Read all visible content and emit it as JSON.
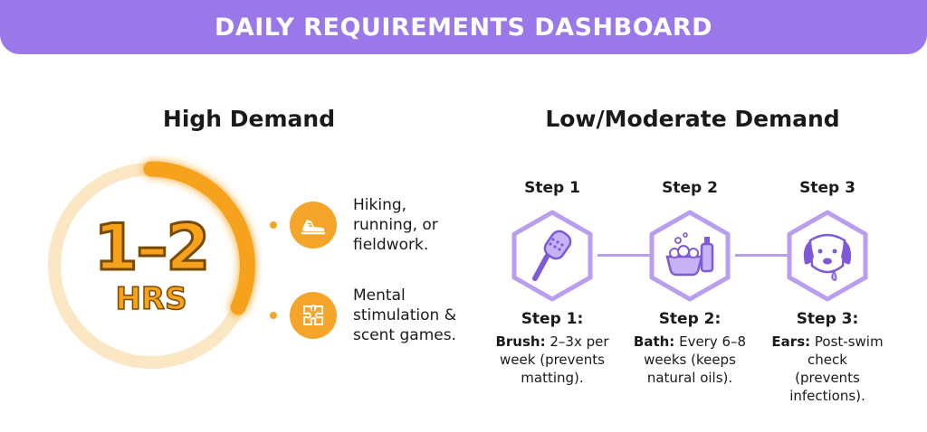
{
  "banner": {
    "title": "DAILY REQUIREMENTS DASHBOARD"
  },
  "high": {
    "title": "High Demand",
    "gauge": {
      "value": "1–2",
      "unit": "HRS"
    },
    "activities": [
      {
        "icon": "running-shoe-icon",
        "lines": [
          "Hiking,",
          "running, or",
          "fieldwork."
        ]
      },
      {
        "icon": "puzzle-icon",
        "lines": [
          "Mental",
          "stimulation &",
          "scent games."
        ]
      }
    ]
  },
  "low": {
    "title": "Low/Moderate Demand",
    "steps": [
      {
        "head": "Step 1",
        "icon": "brush-icon",
        "label": "Step 1:",
        "bold": "Brush:",
        "lines": [
          "2–3x per",
          "week (prevents",
          "matting)."
        ]
      },
      {
        "head": "Step 2",
        "icon": "bath-icon",
        "label": "Step 2:",
        "bold": "Bath:",
        "lines": [
          "Every 6–8",
          "weeks (keeps",
          "natural oils)."
        ]
      },
      {
        "head": "Step 3",
        "icon": "dog-ear-icon",
        "label": "Step 3:",
        "bold": "Ears:",
        "lines": [
          "Post-swim",
          "check",
          "(prevents",
          "infections)."
        ]
      }
    ]
  },
  "colors": {
    "banner": "#9b78ea",
    "accent_orange": "#f4a52a",
    "accent_purple": "#b99ef0"
  }
}
